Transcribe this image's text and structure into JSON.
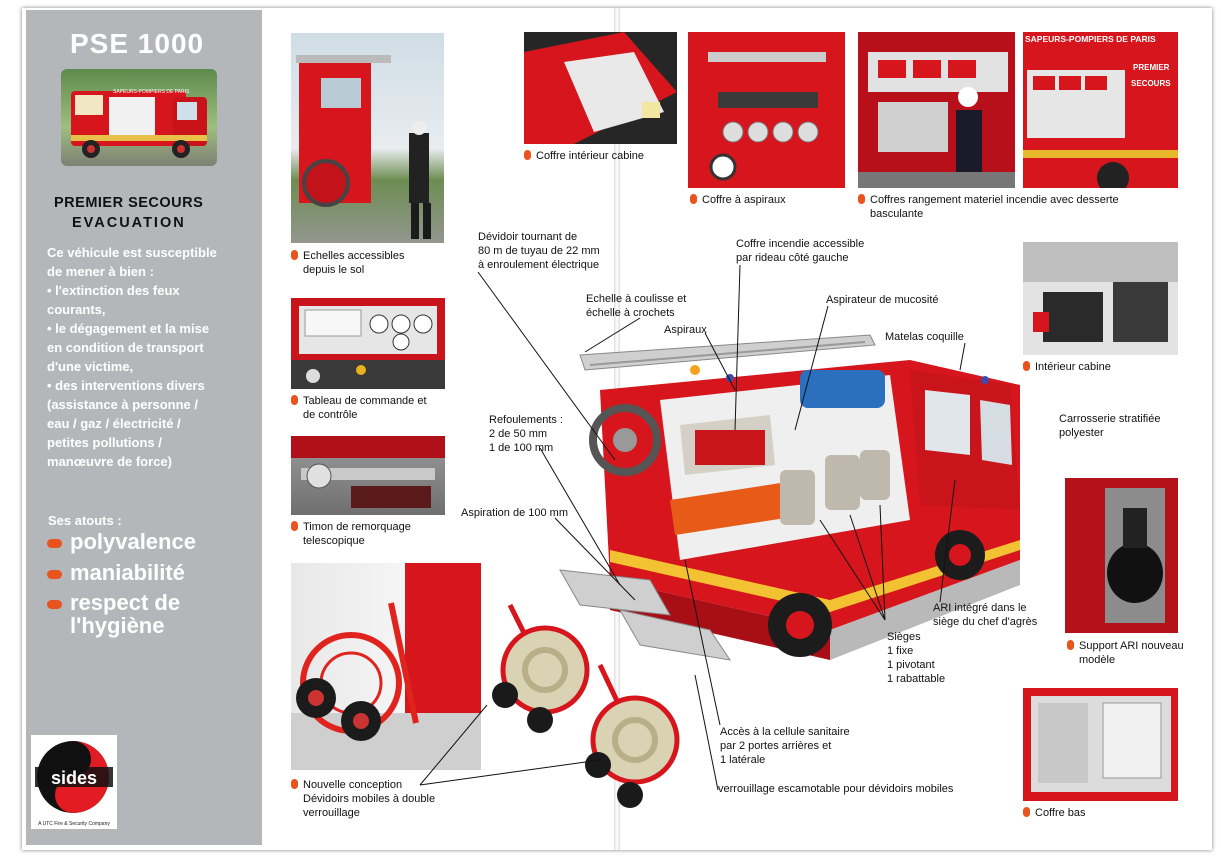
{
  "sidebar": {
    "title": "PSE 1000",
    "subtitle_1": "PREMIER SECOURS",
    "subtitle_2": "EVACUATION",
    "description": [
      "Ce véhicule est susceptible",
      "de mener à bien :",
      "• l'extinction des feux",
      "courants,",
      "• le dégagement et la mise",
      "en condition de transport",
      "d'une victime,",
      "• des interventions divers",
      "(assistance à personne /",
      "eau / gaz / électricité /",
      "petites pollutions /",
      "manœuvre de force)"
    ],
    "atouts_title": "Ses atouts :",
    "atouts": [
      "polyvalence",
      "maniabilité",
      "respect de",
      "l'hygiène"
    ],
    "logo_text": "sides",
    "logo_tagline": "A UTC Fire & Security Company"
  },
  "truck_small_label": "SAPEURS-POMPIERS DE PARIS",
  "captions": {
    "echelles": [
      "Echelles accessibles",
      "depuis le sol"
    ],
    "tableau": [
      "Tableau de commande et",
      "de contrôle"
    ],
    "timon": [
      "Timon de remorquage",
      "telescopique"
    ],
    "nouvelle": [
      "Nouvelle conception",
      "Dévidoirs mobiles à double",
      "verrouillage"
    ],
    "coffre_interieur": "Coffre intérieur cabine",
    "coffre_aspiraux": "Coffre à aspiraux",
    "coffres_rangement": [
      "Coffres rangement materiel incendie avec desserte",
      "basculante"
    ],
    "interieur_cabine": "Intérieur cabine",
    "support_ari": [
      "Support ARI nouveau",
      "modèle"
    ],
    "coffre_bas": "Coffre bas"
  },
  "photo_labels": {
    "sapeurs": "SAPEURS-POMPIERS DE PARIS",
    "premier": "PREMIER",
    "secours": "SECOURS"
  },
  "callouts": {
    "devidoir": [
      "Dévidoir tournant de",
      "80 m de tuyau de 22 mm",
      "à enroulement électrique"
    ],
    "coffre_incendie": [
      "Coffre incendie accessible",
      "par rideau côté gauche"
    ],
    "echelle": [
      "Echelle à coulisse et",
      "échelle à crochets"
    ],
    "aspirateur": "Aspirateur de mucosité",
    "aspiraux": "Aspiraux",
    "matelas": "Matelas coquille",
    "refoulements": [
      "Refoulements :",
      "2 de 50 mm",
      "1 de 100 mm"
    ],
    "carrosserie": [
      "Carrosserie stratifiée",
      "polyester"
    ],
    "aspiration": "Aspiration de 100 mm",
    "ari": [
      "ARI intégré dans le",
      "siège du chef d'agrès"
    ],
    "sieges": [
      "Sièges",
      "1 fixe",
      "1 pivotant",
      "1 rabattable"
    ],
    "acces": [
      "Accès à la cellule sanitaire",
      "par 2 portes arrières et",
      "1 latérale"
    ],
    "verrouillage": "verrouillage escamotable pour dévidoirs mobiles"
  },
  "colors": {
    "accent": "#e8531e",
    "truck_red": "#d6161c",
    "sidebar": "#b4b7ba"
  }
}
